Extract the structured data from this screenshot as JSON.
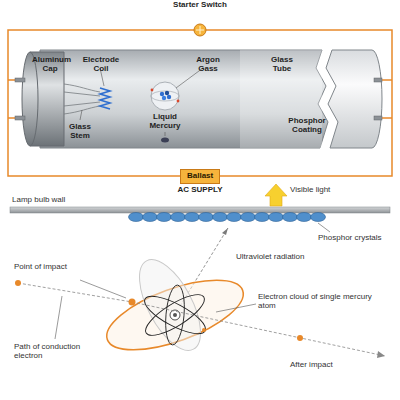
{
  "diagram": {
    "nodes": [
      {
        "text": [
          "Ballast"
        ]
      }
    ],
    "labels": [
      "Starter Switch",
      "Aluminum Cap",
      "Electrode Coil",
      "Argon Gass",
      "Glass Tube",
      "Glass Stem",
      "Liquid Mercury",
      "Phosphor Coating",
      "AC SUPPLY",
      "Lamp bulb wall",
      "Visible light",
      "Phosphor crystals",
      "Ultraviolet radiation",
      "Point of impact",
      "Electron cloud of single mercury atom",
      "Path of conduction electron",
      "After impact"
    ]
  }
}
